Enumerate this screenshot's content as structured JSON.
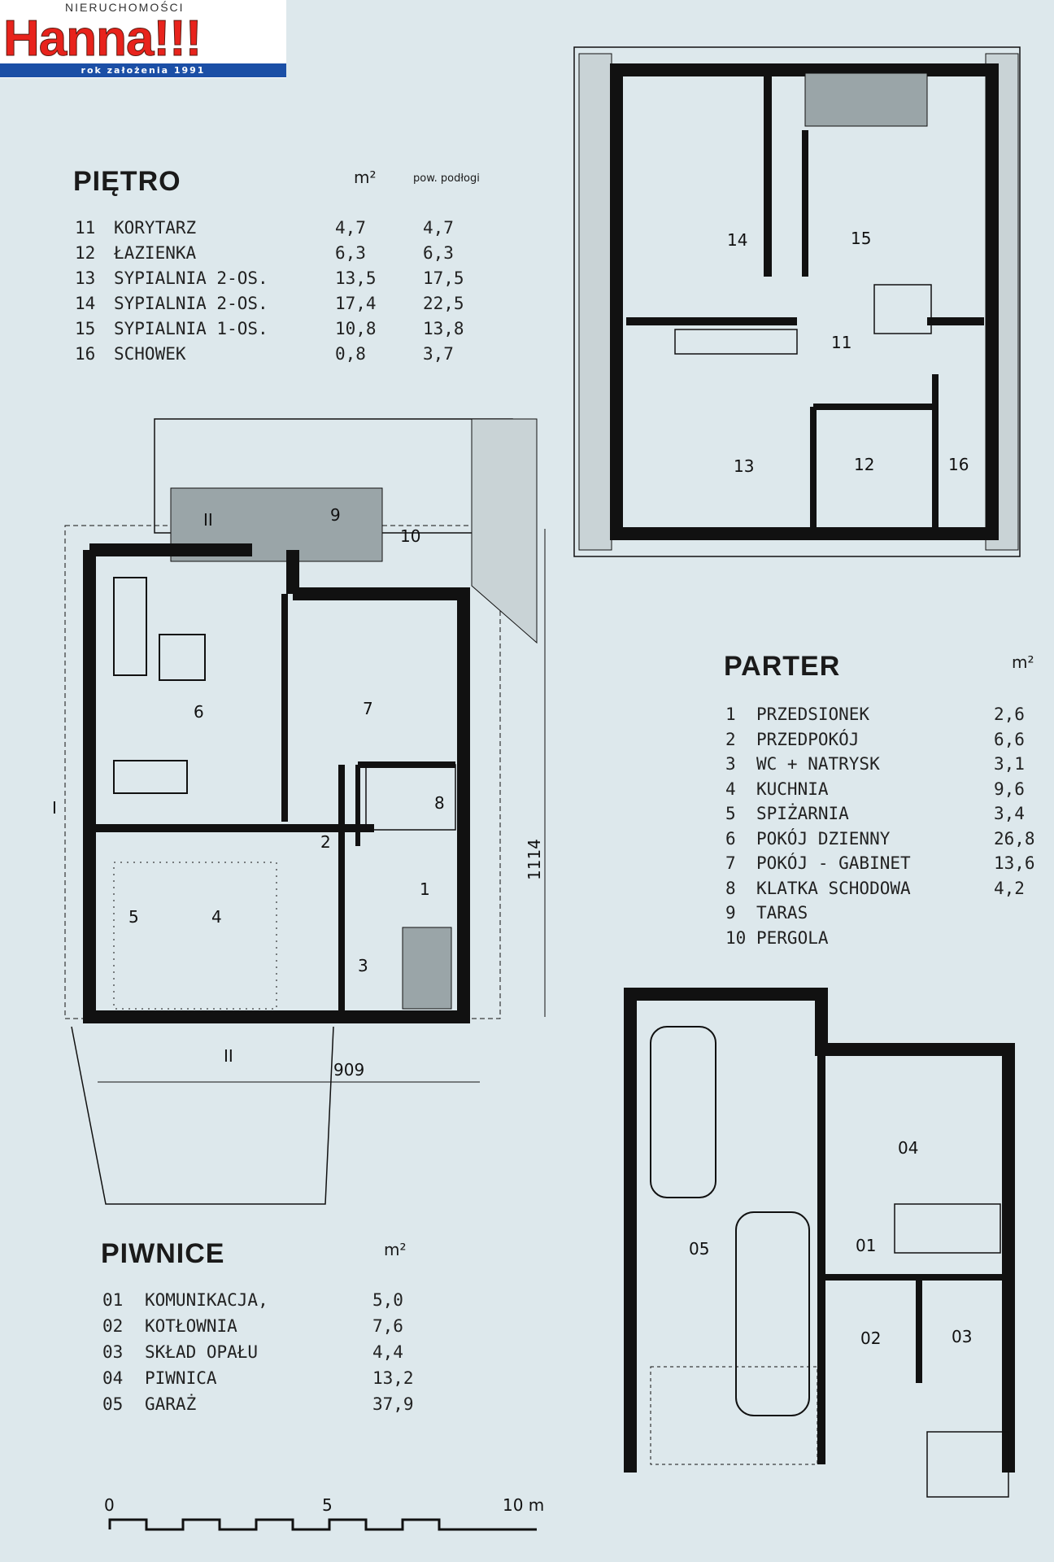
{
  "logo": {
    "top": "NIERUCHOMOŚCI",
    "name": "Hanna!!!",
    "tagline": "rok założenia 1991"
  },
  "colors": {
    "background": "#dde8ec",
    "brand_red": "#e8231c",
    "brand_blue": "#1b4fa6"
  },
  "pietro": {
    "title": "PIĘTRO",
    "col_area": "m²",
    "col_floor": "pow. podłogi",
    "rows": [
      {
        "no": "11",
        "name": "KORYTARZ",
        "area": "4,7",
        "floor": "4,7"
      },
      {
        "no": "12",
        "name": "ŁAZIENKA",
        "area": "6,3",
        "floor": "6,3"
      },
      {
        "no": "13",
        "name": "SYPIALNIA 2-OS.",
        "area": "13,5",
        "floor": "17,5"
      },
      {
        "no": "14",
        "name": "SYPIALNIA 2-OS.",
        "area": "17,4",
        "floor": "22,5"
      },
      {
        "no": "15",
        "name": "SYPIALNIA 1-OS.",
        "area": "10,8",
        "floor": "13,8"
      },
      {
        "no": "16",
        "name": "SCHOWEK",
        "area": "0,8",
        "floor": "3,7"
      }
    ]
  },
  "parter": {
    "title": "PARTER",
    "col_area": "m²",
    "rows": [
      {
        "no": "1",
        "name": "PRZEDSIONEK",
        "area": "2,6"
      },
      {
        "no": "2",
        "name": "PRZEDPOKÓJ",
        "area": "6,6"
      },
      {
        "no": "3",
        "name": "WC + NATRYSK",
        "area": "3,1"
      },
      {
        "no": "4",
        "name": "KUCHNIA",
        "area": "9,6"
      },
      {
        "no": "5",
        "name": "SPIŻARNIA",
        "area": "3,4"
      },
      {
        "no": "6",
        "name": "POKÓJ DZIENNY",
        "area": "26,8"
      },
      {
        "no": "7",
        "name": "POKÓJ - GABINET",
        "area": "13,6"
      },
      {
        "no": "8",
        "name": "KLATKA SCHODOWA",
        "area": "4,2"
      },
      {
        "no": "9",
        "name": "TARAS",
        "area": ""
      },
      {
        "no": "10",
        "name": "PERGOLA",
        "area": ""
      }
    ]
  },
  "piwnice": {
    "title": "PIWNICE",
    "col_area": "m²",
    "rows": [
      {
        "no": "01",
        "name": "KOMUNIKACJA,",
        "area": "5,0"
      },
      {
        "no": "02",
        "name": "KOTŁOWNIA",
        "area": "7,6"
      },
      {
        "no": "03",
        "name": "SKŁAD OPAŁU",
        "area": "4,4"
      },
      {
        "no": "04",
        "name": "PIWNICA",
        "area": "13,2"
      },
      {
        "no": "05",
        "name": "GARAŻ",
        "area": "37,9"
      }
    ]
  },
  "plans": {
    "upper": [
      "14",
      "15",
      "11",
      "13",
      "12",
      "16"
    ],
    "ground": [
      "6",
      "7",
      "8",
      "2",
      "1",
      "5",
      "4",
      "3",
      "9",
      "10",
      "II"
    ],
    "basement": [
      "04",
      "05",
      "01",
      "02",
      "03"
    ],
    "dim_width": "909",
    "dim_height": "1114",
    "section_1": "I",
    "section_2": "II"
  },
  "scale": {
    "zero": "0",
    "five": "5",
    "ten": "10 m"
  }
}
